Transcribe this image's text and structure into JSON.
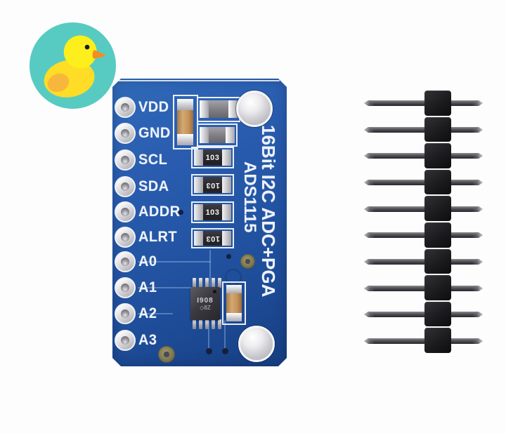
{
  "logo": {
    "name": "rubber-duck-logo",
    "colors": {
      "circle": "#57CBC1",
      "body": "#FFDC26",
      "head": "#FCEF1C",
      "wing": "#F6B73C",
      "beak": "#F78C1E",
      "eye": "#1A1A1A"
    }
  },
  "board": {
    "pcb_color": "#2456A6",
    "silkscreen_color": "#EEF2F9",
    "title_vertical": "16Bit I2C ADC+PGA",
    "part_number_vertical": "ADS1115",
    "pin_labels": [
      "VDD",
      "GND",
      "SCL",
      "SDA",
      "ADDR",
      "ALRT",
      "A0",
      "A1",
      "A2",
      "A3"
    ],
    "resistors": [
      {
        "marking": "103"
      },
      {
        "marking": "103"
      },
      {
        "marking": "103"
      },
      {
        "marking": "103"
      }
    ],
    "chip": {
      "marking_line1": "I908",
      "marking_line2": "◇8Z"
    }
  },
  "pin_header": {
    "pin_count": 10,
    "plastic_color": "#141416"
  }
}
